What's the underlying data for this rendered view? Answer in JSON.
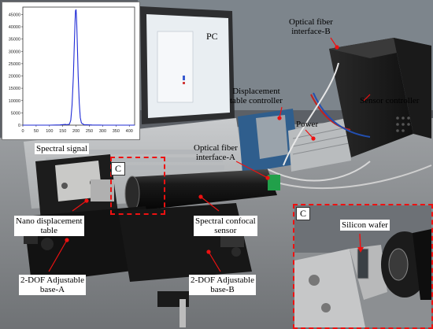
{
  "labels": {
    "pc": "PC",
    "optical_fiber_b": "Optical fiber\ninterface-B",
    "displacement_table_controller": "Displacement\ntable controller",
    "sensor_controller": "Sensor controller",
    "power": "Power",
    "optical_fiber_a": "Optical fiber\ninterface-A",
    "spectral_signal": "Spectral signal",
    "nano_displacement_table": "Nano displacement\ntable",
    "spectral_confocal_sensor": "Spectral confocal\nsensor",
    "silicon_wafer": "Silicon wafer",
    "adjustable_base_a": "2-DOF Adjustable\nbase-A",
    "adjustable_base_b": "2-DOF Adjustable\nbase-B",
    "c_main": "C",
    "c_inset": "C"
  },
  "chart_data": {
    "type": "line",
    "title": "",
    "xlabel": "",
    "ylabel": "",
    "xlim": [
      0,
      420
    ],
    "ylim": [
      0,
      48000
    ],
    "x_ticks": [
      "0",
      "50",
      "100",
      "150",
      "200",
      "250",
      "300",
      "350",
      "400"
    ],
    "y_ticks": [
      "0",
      "5000",
      "10000",
      "15000",
      "20000",
      "25000",
      "30000",
      "35000",
      "40000",
      "45000"
    ],
    "series": [
      {
        "color": "#1f2bd6",
        "x": [
          0,
          50,
          100,
          140,
          160,
          165,
          175,
          180,
          185,
          190,
          193,
          196,
          198,
          200,
          202,
          205,
          208,
          212,
          216,
          220,
          230,
          260,
          300,
          350,
          400,
          420
        ],
        "y": [
          0,
          0,
          0,
          100,
          300,
          200,
          400,
          2000,
          8000,
          20000,
          32000,
          42000,
          46500,
          47000,
          43000,
          32000,
          20000,
          9000,
          3000,
          900,
          200,
          50,
          0,
          0,
          0,
          0
        ]
      }
    ]
  },
  "colors": {
    "accent_red": "#e11111",
    "fiber_connector_green": "#21a04a",
    "series_blue": "#1f2bd6"
  }
}
